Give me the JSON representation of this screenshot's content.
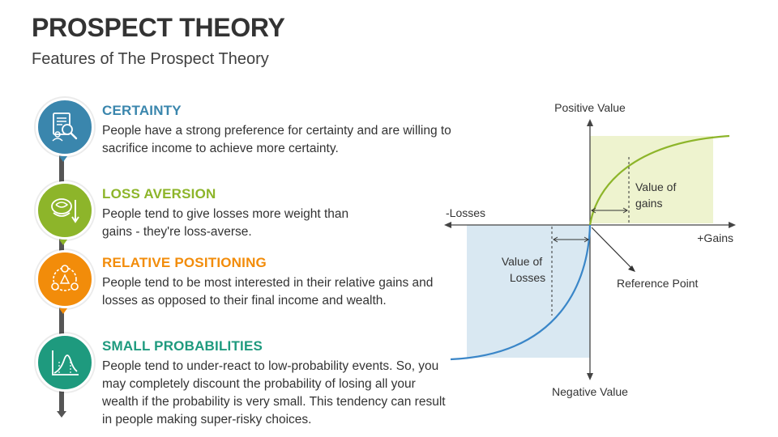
{
  "page": {
    "title": "PROSPECT THEORY",
    "subtitle": "Features of The Prospect Theory"
  },
  "features": [
    {
      "heading": "CERTAINTY",
      "description": "People have a strong preference for certainty and are willing to sacrifice income to achieve more certainty.",
      "color": "#3a86ad",
      "icon": "document-magnifier-icon"
    },
    {
      "heading": "LOSS AVERSION",
      "description": "People tend to give losses more weight than gains - they're loss-averse.",
      "color": "#8db52a",
      "icon": "money-down-arrow-icon"
    },
    {
      "heading": "RELATIVE POSITIONING",
      "description": "People tend to be most interested in their relative gains and losses as opposed to their final income and wealth.",
      "color": "#f28c0a",
      "icon": "people-network-icon"
    },
    {
      "heading": "SMALL PROBABILITIES",
      "description": "People tend to under-react to low-probability events. So, you may completely discount the probability of losing all your wealth if the probability is very small. This tendency can result in people making super-risky choices.",
      "color": "#1e9a7e",
      "icon": "probability-curve-icon"
    }
  ],
  "diagram": {
    "positive_value": "Positive Value",
    "negative_value": "Negative Value",
    "losses": "-Losses",
    "gains": "+Gains",
    "value_of_gains_line1": "Value of",
    "value_of_gains_line2": "gains",
    "value_of_losses_line1": "Value of",
    "value_of_losses_line2": "Losses",
    "reference_point": "Reference Point",
    "gain_color": "#8db52a",
    "loss_color": "#3a86c8",
    "gain_fill": "#eef3cf",
    "loss_fill": "#d9e8f2"
  }
}
